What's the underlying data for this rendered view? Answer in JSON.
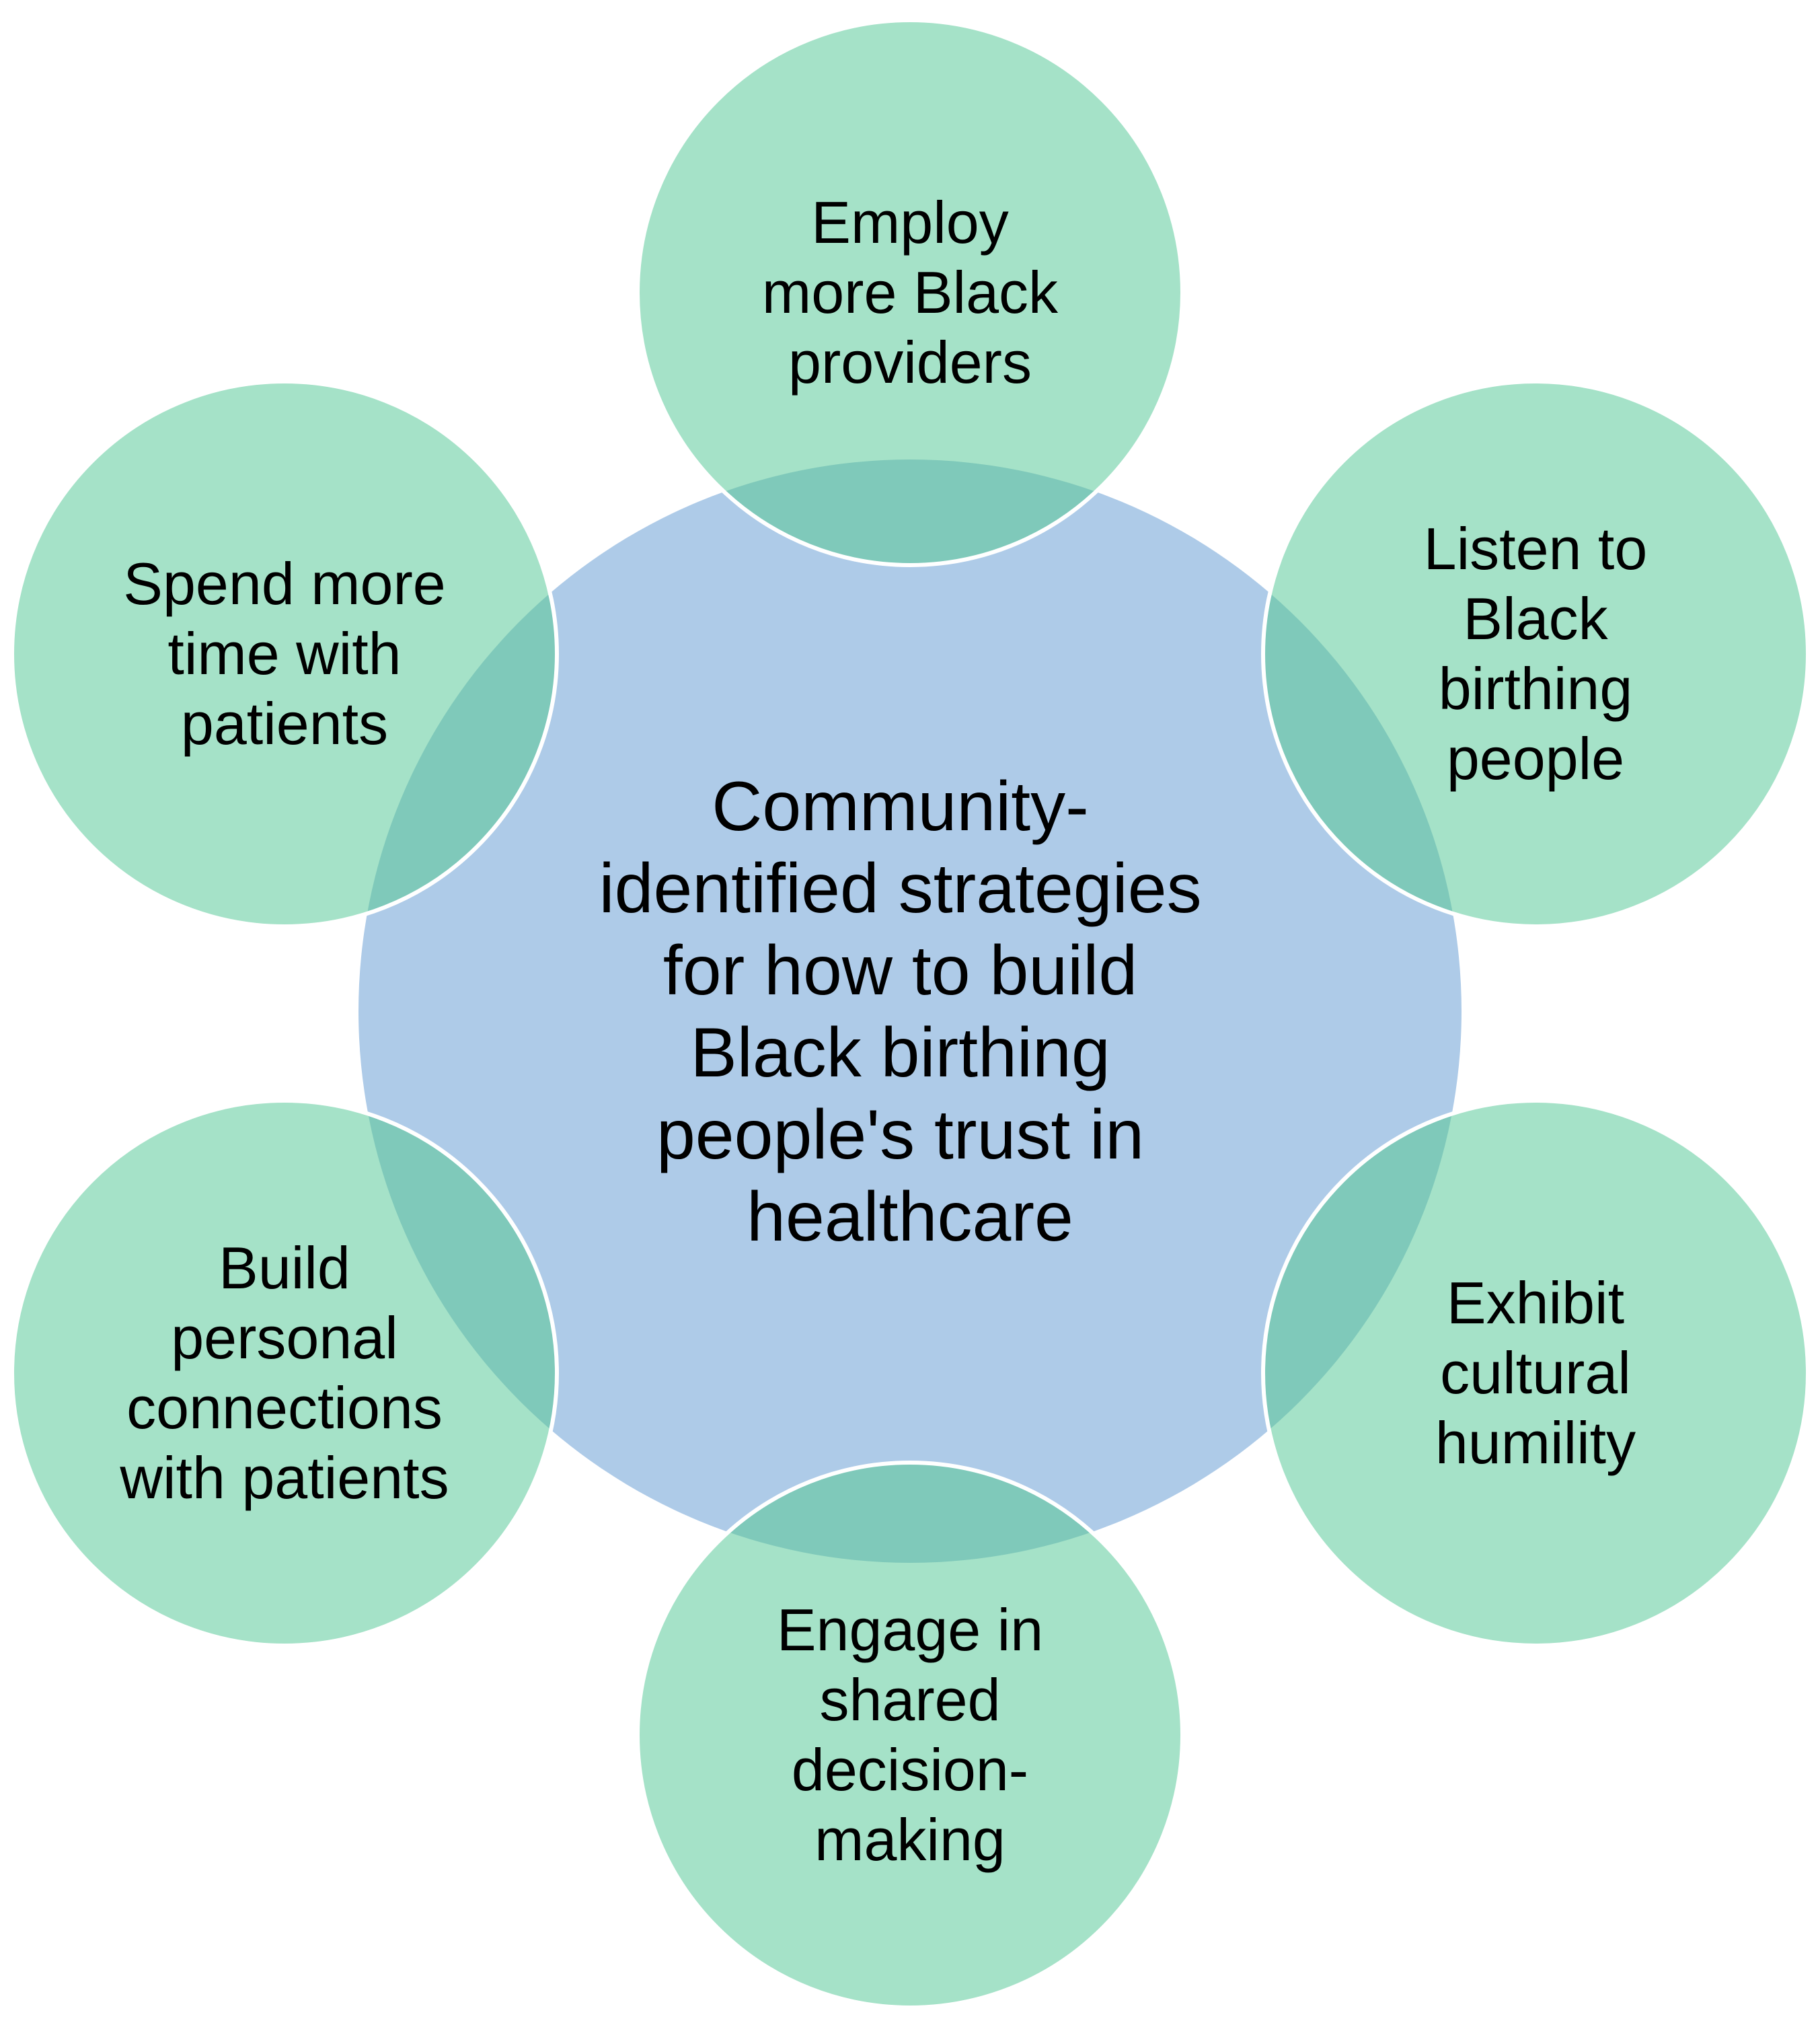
{
  "colors": {
    "center_fill": "#aecbe8",
    "outer_fill": "#a5e2c8",
    "overlap_fill": "#7fc9ba",
    "outline": "#ffffff",
    "text": "#000000"
  },
  "center": {
    "lines": [
      "Community-",
      "identified strategies",
      "for how to build",
      "Black birthing",
      "people's trust in",
      "healthcare"
    ]
  },
  "strategies": [
    {
      "id": "employ",
      "lines": [
        "Employ",
        "more Black",
        "providers"
      ]
    },
    {
      "id": "listen",
      "lines": [
        "Listen to",
        "Black",
        "birthing",
        "people"
      ]
    },
    {
      "id": "humility",
      "lines": [
        "Exhibit",
        "cultural",
        "humility"
      ]
    },
    {
      "id": "shared",
      "lines": [
        "Engage in",
        "shared",
        "decision-",
        "making"
      ]
    },
    {
      "id": "connections",
      "lines": [
        "Build",
        "personal",
        "connections",
        "with patients"
      ]
    },
    {
      "id": "time",
      "lines": [
        "Spend more",
        "time with",
        "patients"
      ]
    }
  ]
}
